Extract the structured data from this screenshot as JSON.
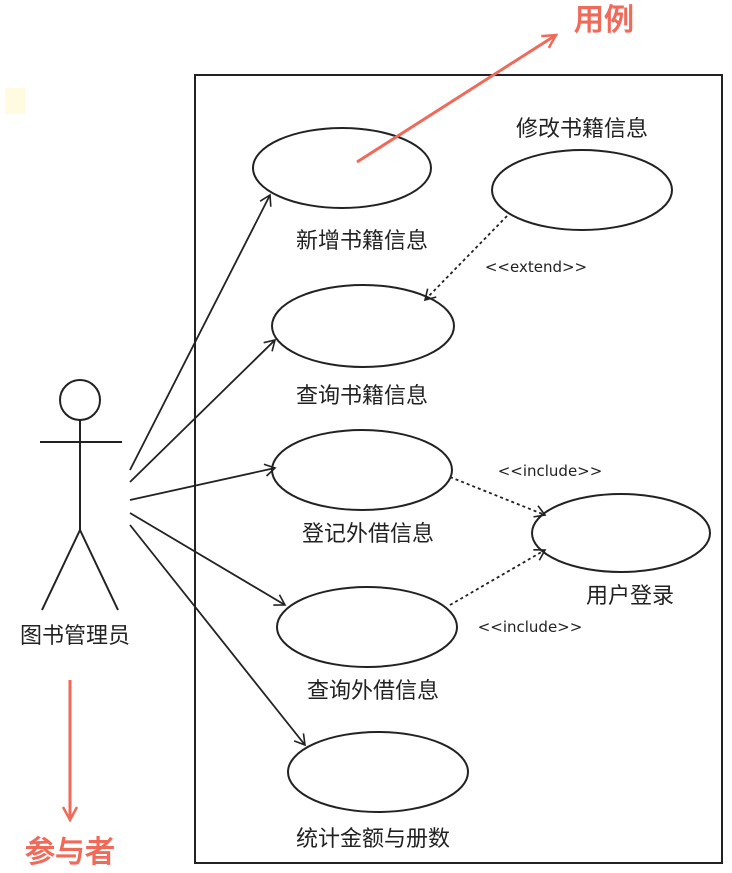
{
  "annotations": {
    "use_case_label": "用例",
    "actor_label": "参与者",
    "color": "#f06a5a"
  },
  "actor": {
    "name": "图书管理员"
  },
  "use_cases": {
    "add_book": "新增书籍信息",
    "modify_book": "修改书籍信息",
    "query_book": "查询书籍信息",
    "register_loan": "登记外借信息",
    "user_login": "用户登录",
    "query_loan": "查询外借信息",
    "stats": "统计金额与册数"
  },
  "relations": {
    "extend": "<<extend>>",
    "include1": "<<include>>",
    "include2": "<<include>>"
  }
}
